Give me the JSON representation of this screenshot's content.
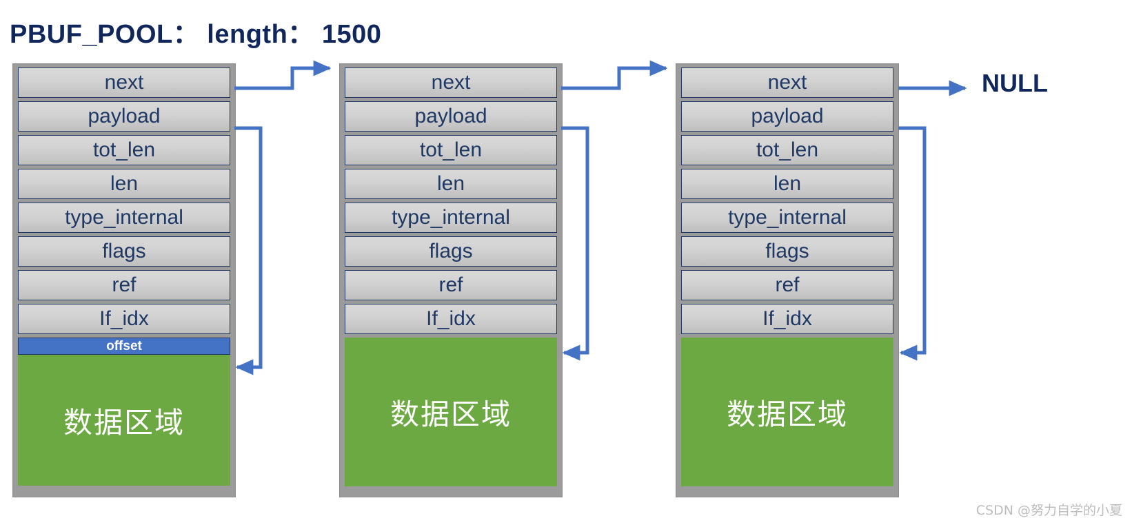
{
  "title": "PBUF_POOL： length： 1500",
  "colors": {
    "title_navy": "#11275C",
    "field_border": "#1F3864",
    "field_fill": "#D2D2D2",
    "block_frame_gray": "#9B9B9B",
    "offset_blue": "#4472C4",
    "data_green": "#6CA942",
    "arrow_blue": "#4472C4",
    "watermark_gray": "#BDBDBD"
  },
  "blocks": [
    {
      "id": "pbuf-1",
      "fields": [
        "next",
        "payload",
        "tot_len",
        "len",
        "type_internal",
        "flags",
        "ref",
        "If_idx"
      ],
      "offset_label": "offset",
      "has_offset": true,
      "data_label": "数据区域"
    },
    {
      "id": "pbuf-2",
      "fields": [
        "next",
        "payload",
        "tot_len",
        "len",
        "type_internal",
        "flags",
        "ref",
        "If_idx"
      ],
      "offset_label": "",
      "has_offset": false,
      "data_label": "数据区域"
    },
    {
      "id": "pbuf-3",
      "fields": [
        "next",
        "payload",
        "tot_len",
        "len",
        "type_internal",
        "flags",
        "ref",
        "If_idx"
      ],
      "offset_label": "",
      "has_offset": false,
      "data_label": "数据区域"
    }
  ],
  "null_label": "NULL",
  "watermark": "CSDN @努力自学的小夏",
  "arrows": {
    "next_chain_1_to_2": "next pointer of pbuf 1 to pbuf 2",
    "next_chain_2_to_3": "next pointer of pbuf 2 to pbuf 3",
    "next_3_to_null": "next pointer of pbuf 3 to NULL",
    "payload_1": "payload pointer of pbuf 1 to its data area",
    "payload_2": "payload pointer of pbuf 2 to its data area",
    "payload_3": "payload pointer of pbuf 3 to its data area"
  }
}
